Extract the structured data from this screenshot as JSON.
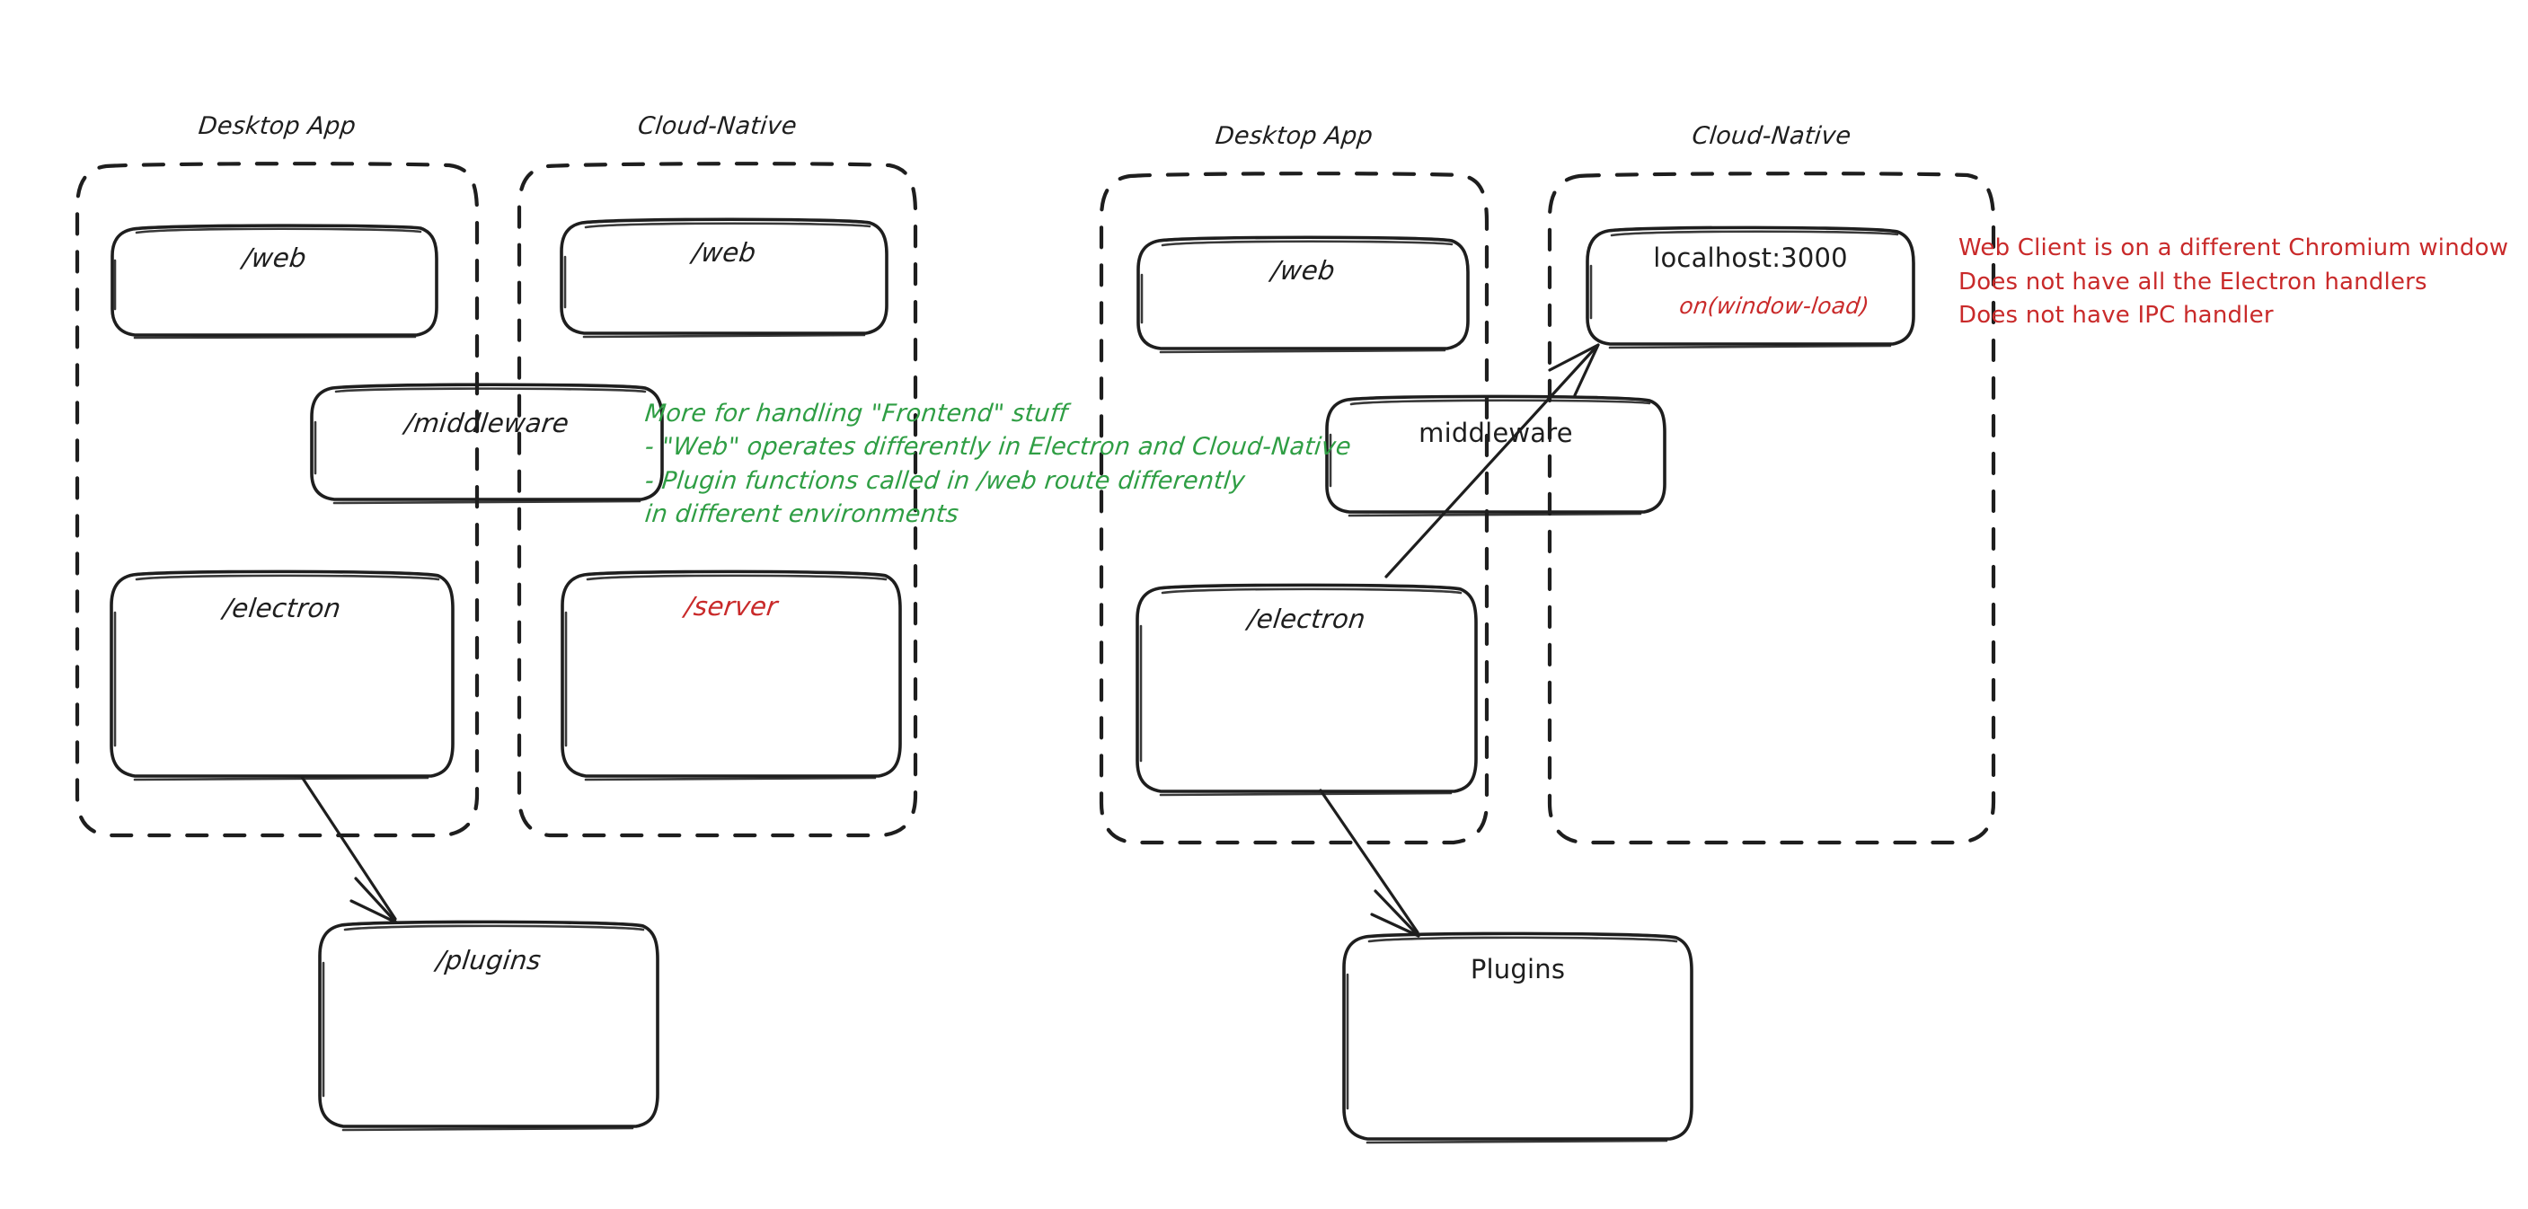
{
  "diagram": {
    "title_hidden": "",
    "colors": {
      "stroke": "#1e1e1e",
      "green": "#2f9e44",
      "red": "#c92a2a",
      "background": "#ffffff"
    },
    "left_group": {
      "containers": [
        {
          "label": "Desktop App"
        },
        {
          "label": "Cloud-Native"
        }
      ],
      "nodes": [
        {
          "label": "/web",
          "variant": "desktop-web"
        },
        {
          "label": "/web",
          "variant": "cloud-web"
        },
        {
          "label": "/middleware",
          "variant": "middleware-spanning"
        },
        {
          "label": "/electron",
          "variant": "desktop-electron"
        },
        {
          "label": "/server",
          "variant": "cloud-server",
          "color": "red"
        },
        {
          "label": "/plugins",
          "variant": "plugins"
        }
      ],
      "note_green": [
        "More for handling \"Frontend\" stuff",
        "- \"Web\" operates differently in Electron and Cloud-Native",
        "- Plugin functions called in /web route differently",
        "in different environments"
      ]
    },
    "right_group": {
      "containers": [
        {
          "label": "Desktop App"
        },
        {
          "label": "Cloud-Native"
        }
      ],
      "nodes": [
        {
          "label": "/web",
          "variant": "desktop-web"
        },
        {
          "label": "localhost:3000",
          "sub_label": "on(window-load)",
          "variant": "cloud-localhost"
        },
        {
          "label": "middleware",
          "variant": "middleware-spanning"
        },
        {
          "label": "/electron",
          "variant": "desktop-electron"
        },
        {
          "label": "Plugins",
          "variant": "plugins"
        }
      ],
      "note_red": [
        "Web Client is on a different Chromium window",
        "Does not have all the Electron handlers",
        "Does not have IPC handler"
      ]
    }
  }
}
